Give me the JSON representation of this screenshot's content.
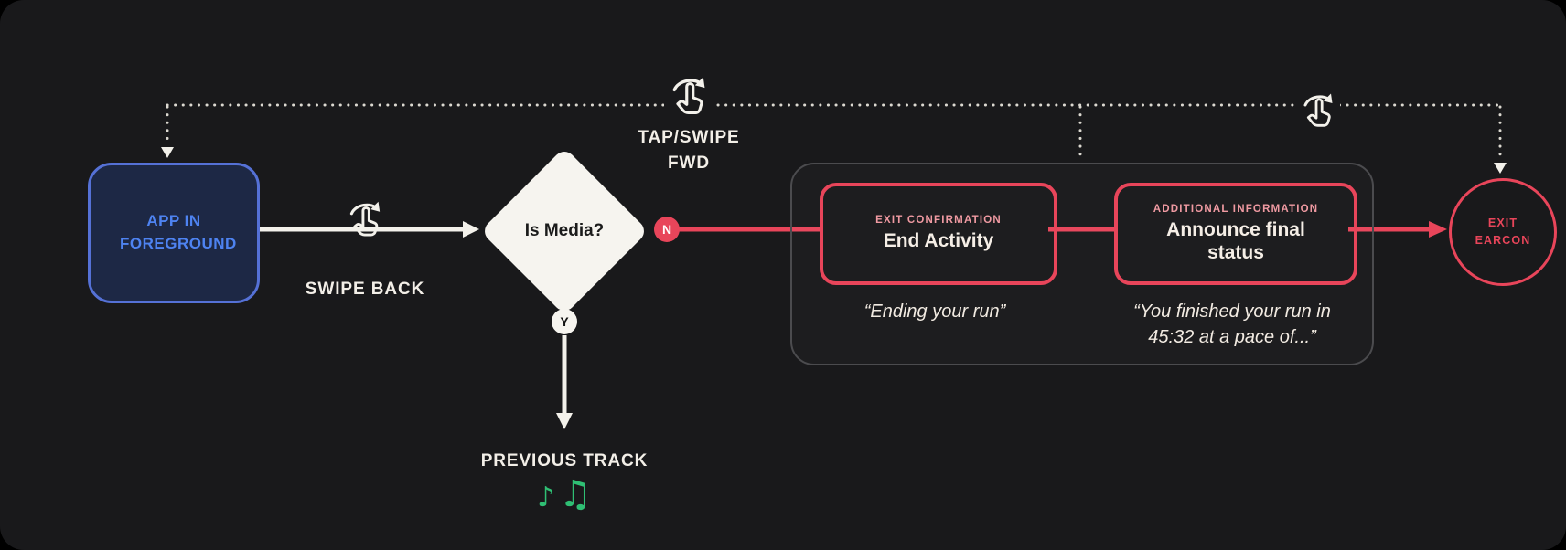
{
  "colors": {
    "bg": "#19191b",
    "red": "#e8455a",
    "pink": "#f09aa2",
    "blue-border": "#5571d6",
    "blue-text": "#4e83f1",
    "navy": "#1d2845",
    "green": "#2fbf74",
    "diamond": "#f6f4ef",
    "container-border": "#4b4b4e"
  },
  "flow": {
    "app_node": {
      "label": "APP IN FOREGROUND"
    },
    "swipe_back": {
      "label": "SWIPE BACK"
    },
    "decision": {
      "label": "Is Media?",
      "no": "N",
      "yes": "Y"
    },
    "previous_track": {
      "label": "PREVIOUS TRACK",
      "glyphs": [
        "♪",
        "♫"
      ]
    },
    "tap_swipe_fwd": {
      "label": "TAP/SWIPE FWD"
    },
    "exit_confirmation": {
      "eyebrow": "EXIT CONFIRMATION",
      "title": "End Activity",
      "quote": "“Ending your run”"
    },
    "additional_information": {
      "eyebrow": "ADDITIONAL INFORMATION",
      "title": "Announce final status",
      "quote": "“You finished your run in 45:32 at a pace of...”"
    },
    "exit_earcon": {
      "label": "EXIT EARCON"
    }
  }
}
